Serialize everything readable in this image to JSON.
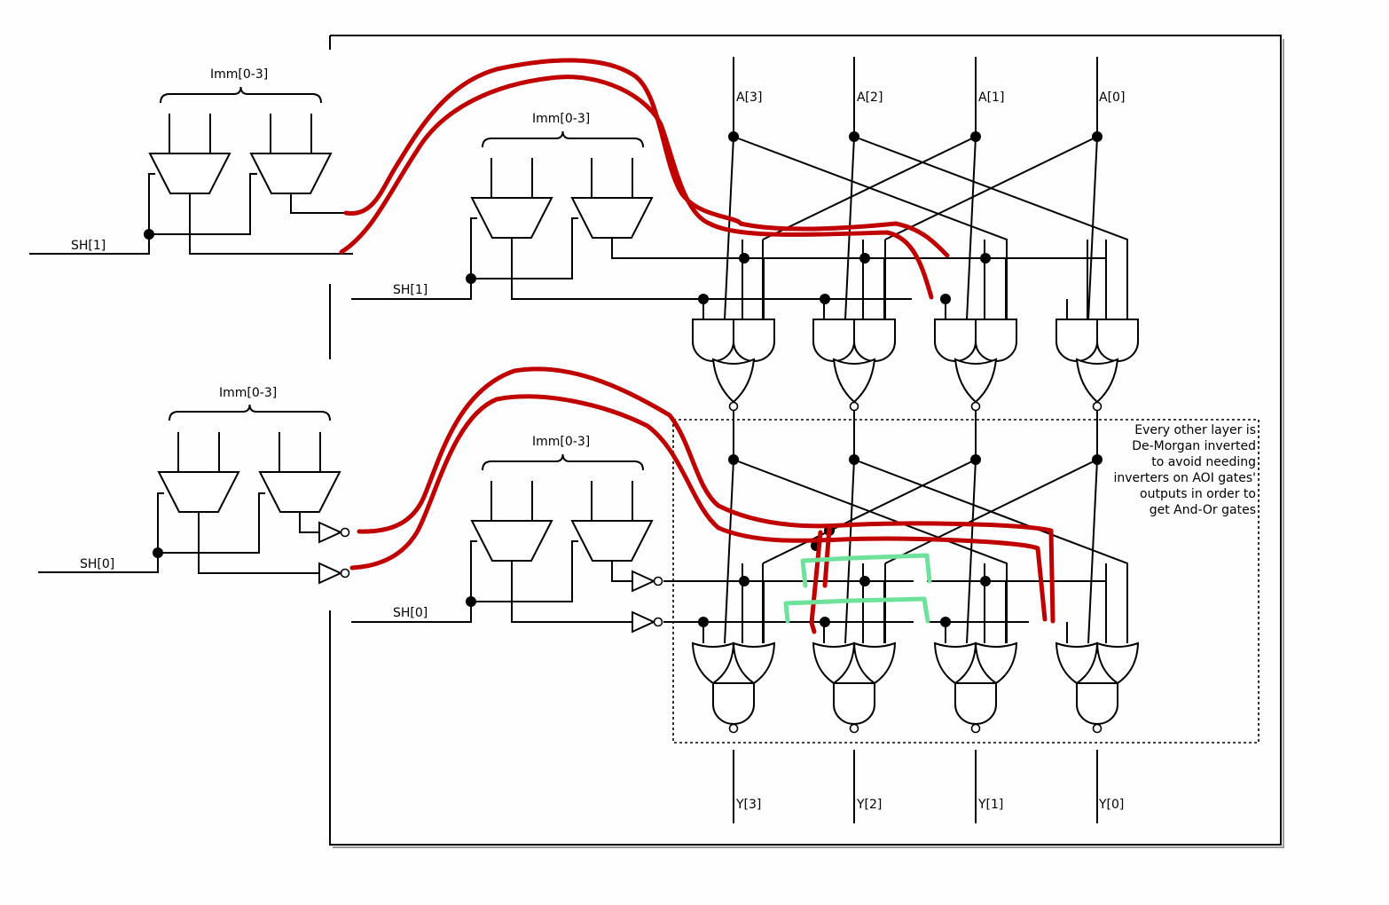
{
  "diagram": {
    "labels": {
      "sh1_outer": "SH[1]",
      "sh1_inner": "SH[1]",
      "sh0_outer": "SH[0]",
      "sh0_inner": "SH[0]",
      "imm_top_outer": "Imm[0-3]",
      "imm_top_inner": "Imm[0-3]",
      "imm_bot_outer": "Imm[0-3]",
      "imm_bot_inner": "Imm[0-3]"
    },
    "inputs": [
      "A[3]",
      "A[2]",
      "A[1]",
      "A[0]"
    ],
    "outputs": [
      "Y[3]",
      "Y[2]",
      "Y[1]",
      "Y[0]"
    ],
    "note_lines": [
      "Every other layer is",
      "De-Morgan inverted",
      "to avoid needing",
      "inverters on AOI gates'",
      "outputs in order to",
      "get And-Or gates"
    ],
    "colors": {
      "wire": "#000000",
      "highlight_red": "#c00000",
      "highlight_green": "#6ee29a"
    }
  }
}
